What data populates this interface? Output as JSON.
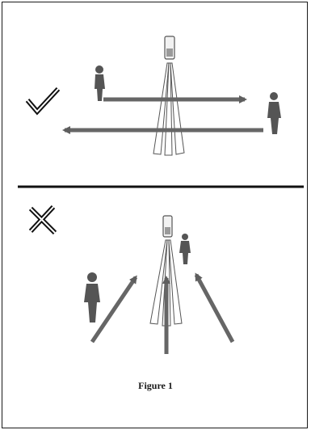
{
  "caption": "Figure 1",
  "panels": [
    {
      "name": "correct-usage",
      "mark": "checkmark-icon"
    },
    {
      "name": "incorrect-usage",
      "mark": "cross-icon"
    }
  ],
  "colors": {
    "figure": "#5a5a5a",
    "arrow": "#6b6b6b",
    "divider": "#111111",
    "mark": "#111111"
  }
}
